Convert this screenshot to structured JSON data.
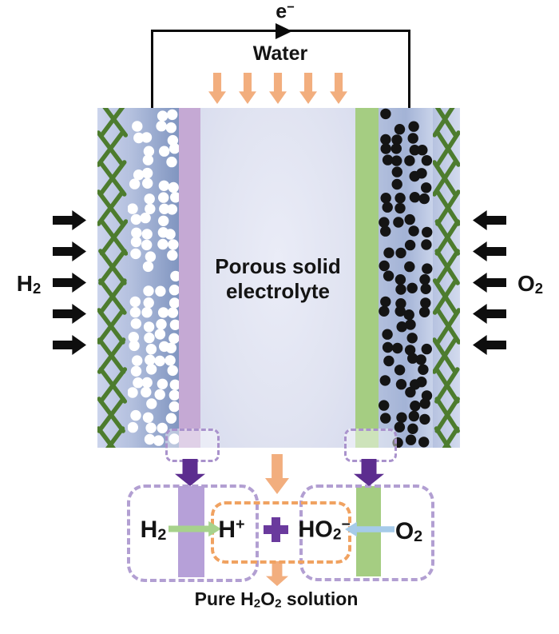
{
  "labels": {
    "electron": {
      "base": "e",
      "sup": "−"
    },
    "water": "Water",
    "hydrogen": {
      "base": "H",
      "sub": "2"
    },
    "oxygen": {
      "base": "O",
      "sub": "2"
    },
    "electrolyte": {
      "line1": "Porous solid",
      "line2": "electrolyte"
    },
    "product": {
      "p1": "Pure H",
      "s1": "2",
      "p2": "O",
      "s2": "2",
      "p3": " solution"
    }
  },
  "reaction": {
    "h2": {
      "base": "H",
      "sub": "2"
    },
    "h_plus": {
      "base": "H",
      "sup": "+"
    },
    "plus": "+",
    "ho2_minus": {
      "base": "HO",
      "sub": "2",
      "sup": "−"
    },
    "o2": {
      "base": "O",
      "sub": "2"
    }
  },
  "colors": {
    "orange": "#f2ae7e",
    "deep_purple": "#5c2d8f",
    "plus_purple": "#6a3a9d",
    "purple_strip": "#c5a9d4",
    "purple_strip_b": "#b6a0d8",
    "green_strip": "#a5cd82",
    "mesh_green": "#4d7c2e",
    "dash_purple": "#b29fd2",
    "dash_orange": "#f0a261",
    "green_arrow": "#a7d28c",
    "blue_arrow": "#a6cbe9"
  }
}
